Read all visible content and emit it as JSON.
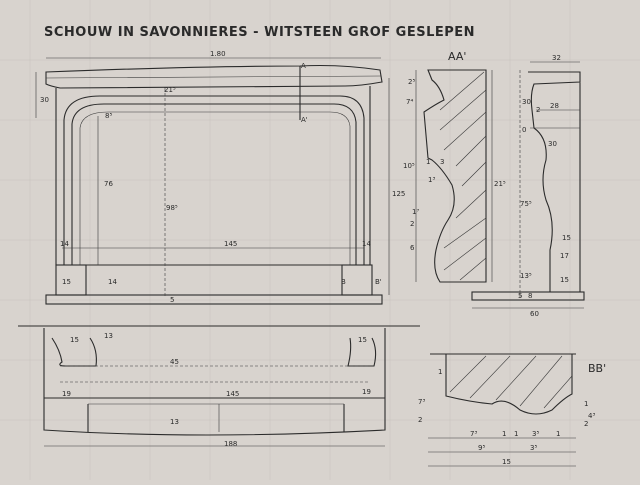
{
  "title": "SCHOUW IN SAVONNIERES - WITSTEEN  GROF GESLEPEN",
  "sections": {
    "aa": "AA'",
    "bb": "BB'"
  },
  "front": {
    "width": "1.80",
    "h30": "30",
    "top": "21⁵",
    "inner_top": "8⁵",
    "h76": "76",
    "h98": "98⁵",
    "w145": "145",
    "h125": "125",
    "left14": "14",
    "right14": "14",
    "base15": "15",
    "base14": "14",
    "bottom5": "5",
    "markA": "A",
    "markA2": "A'",
    "markB": "B",
    "markB2": "B'"
  },
  "aa_labels": {
    "l25": "2⁵",
    "l74": "7⁴",
    "l105": "10⁵",
    "l3": "3",
    "l13": "1³",
    "l1": "1",
    "l17": "1⁷",
    "l2": "2",
    "l6": "6",
    "l215": "21⁵"
  },
  "side": {
    "w32": "32",
    "h30": "30",
    "d28": "28",
    "d2": "2",
    "d30": "30",
    "h75": "75⁵",
    "d15a": "15",
    "d17": "17",
    "d15b": "15",
    "h135": "13⁵",
    "base5": "5",
    "base8": "8",
    "w60": "60",
    "zero": "0"
  },
  "plan": {
    "l15": "15",
    "l13": "13",
    "w45": "45",
    "l19a": "19",
    "w145": "145",
    "r19": "19",
    "c13": "13",
    "w188": "188",
    "r15": "15"
  },
  "bb_labels": {
    "h1": "1",
    "h73": "7³",
    "h2": "2",
    "r1": "1",
    "r43": "4³",
    "r2": "2",
    "b73": "7³",
    "b1a": "1",
    "b1b": "1",
    "b35a": "3⁵",
    "b1c": "1",
    "b95": "9⁵",
    "b35b": "3⁵",
    "b15": "15"
  }
}
